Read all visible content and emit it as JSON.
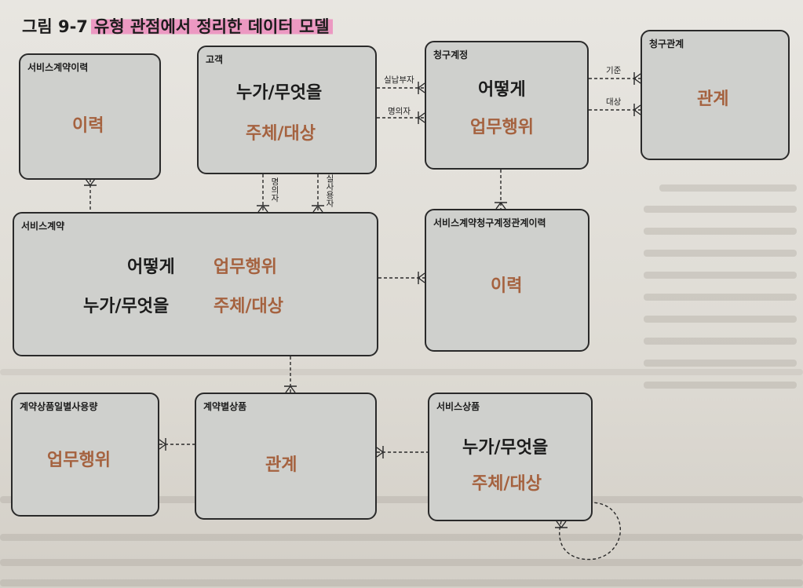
{
  "figure": {
    "number": "그림 9-7",
    "caption": "유형 관점에서 정리한 데이터 모델"
  },
  "entities": {
    "service_contract_history": {
      "name": "서비스계약이력",
      "labels": [
        "이력"
      ]
    },
    "customer": {
      "name": "고객",
      "labels": [
        "누가/무엇을",
        "주체/대상"
      ]
    },
    "billing_account": {
      "name": "청구계정",
      "labels": [
        "어떻게",
        "업무행위"
      ]
    },
    "billing_relation": {
      "name": "청구관계",
      "labels": [
        "관계"
      ]
    },
    "service_contract": {
      "name": "서비스계약",
      "labels": [
        "어떻게",
        "업무행위",
        "누가/무엇을",
        "주체/대상"
      ]
    },
    "contract_billing_history": {
      "name": "서비스계약청구계정관계이력",
      "labels": [
        "이력"
      ]
    },
    "daily_usage": {
      "name": "계약상품일별사용량",
      "labels": [
        "업무행위"
      ]
    },
    "contract_product": {
      "name": "계약별상품",
      "labels": [
        "관계"
      ]
    },
    "service_product": {
      "name": "서비스상품",
      "labels": [
        "누가/무엇을",
        "주체/대상"
      ]
    }
  },
  "relations": {
    "actual_payer": "실납부자",
    "nominee": "명의자",
    "basis": "기준",
    "target": "대상",
    "nominee_v": "명의자",
    "actual_user_v": "실사용자"
  },
  "colors": {
    "entity_fill": "#cfd0cd",
    "border": "#2a2a2a",
    "accent_label": "#a5623f",
    "highlight": "#f05aaa"
  }
}
